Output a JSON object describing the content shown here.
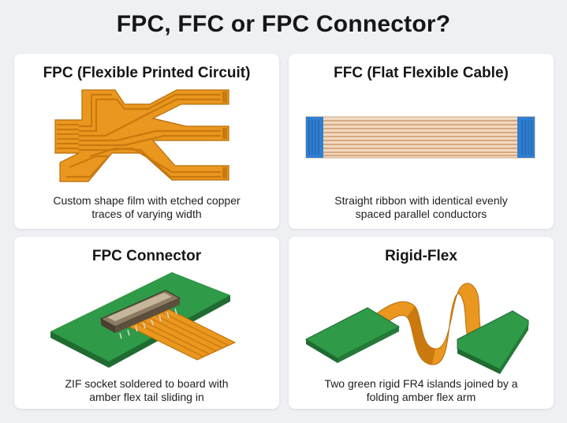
{
  "page": {
    "title": "FPC, FFC or FPC Connector?"
  },
  "colors": {
    "amber": "#e9971e",
    "amber_dark": "#b86d0a",
    "copper_trace": "#c9790e",
    "green_board": "#2f9a47",
    "green_dark": "#1f6b32",
    "ffc_blue": "#2f7fd1",
    "ffc_stripe": "#f1d9c2"
  },
  "cards": [
    {
      "title": "FPC (Flexible Printed Circuit)",
      "caption_lines": [
        "Custom shape film with etched copper",
        "traces of varying width"
      ]
    },
    {
      "title": "FFC (Flat Flexible Cable)",
      "caption_lines": [
        "Straight ribbon with identical evenly",
        "spaced parallel conductors"
      ]
    },
    {
      "title": "FPC Connector",
      "caption_lines": [
        "ZIF socket soldered to board with",
        "amber flex tail sliding in"
      ]
    },
    {
      "title": "Rigid-Flex",
      "caption_lines": [
        "Two green rigid FR4 islands joined by a",
        "folding amber flex arm"
      ]
    }
  ]
}
